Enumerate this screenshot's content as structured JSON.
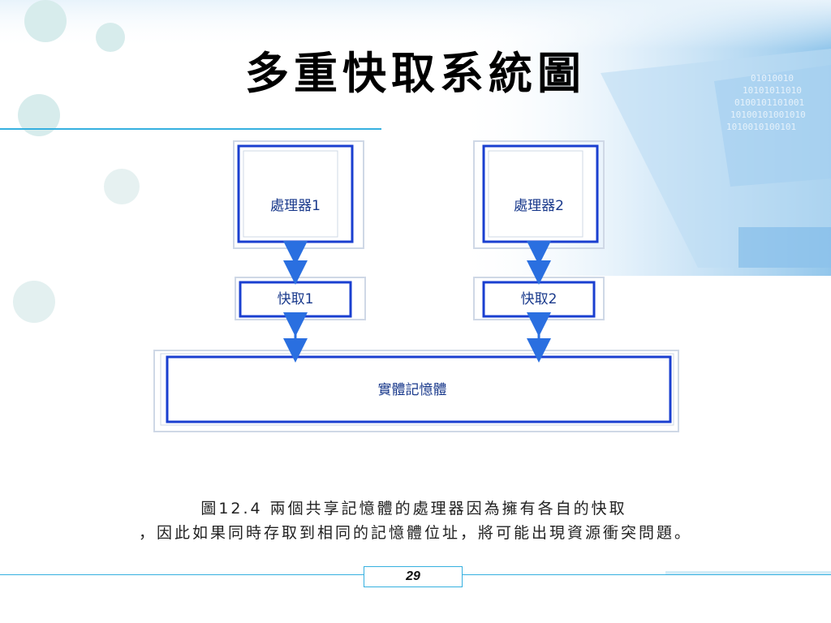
{
  "slide": {
    "title": "多重快取系統圖",
    "page_number": "29"
  },
  "diagram": {
    "processor_1": "處理器1",
    "processor_2": "處理器2",
    "cache_1": "快取1",
    "cache_2": "快取2",
    "memory": "實體記憶體"
  },
  "caption": {
    "line_1": "圖12.4  兩個共享記憶體的處理器因為擁有各自的快取",
    "line_2": "，因此如果同時存取到相同的記憶體位址，將可能出現資源衝突問題。"
  },
  "colors": {
    "accent": "#36b0e0",
    "box_border": "#1a3fd0",
    "arrow": "#2a6fe0"
  }
}
